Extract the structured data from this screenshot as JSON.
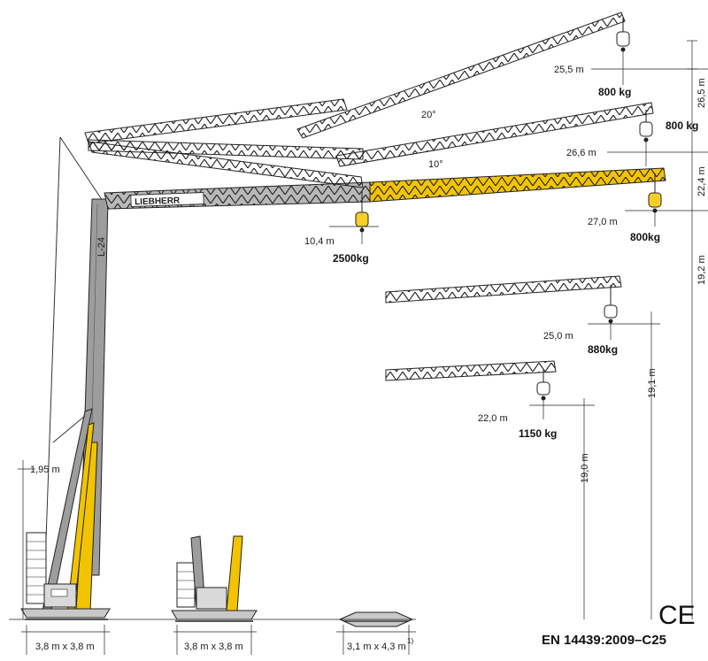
{
  "colors": {
    "boom_yellow": "#f2c400",
    "tower_grey": "#9d9d9d",
    "jib_dark": "#2b2b2b",
    "hook_yellow": "#f7cf28"
  },
  "logo_text": "LIEBHERR",
  "tower_mark": "L-24",
  "angles": {
    "a20": "20°",
    "a10": "10°"
  },
  "radius_labels": {
    "r1": "25,5 m",
    "r2": "26,6 m",
    "r3": "27,0 m",
    "r4": "25,0 m",
    "r5": "22,0 m",
    "r6": "10,4 m"
  },
  "load_labels": {
    "l1": "800 kg",
    "l2": "800 kg",
    "l3": "800kg",
    "l4": "880kg",
    "l5": "1150 kg",
    "l6": "2500kg"
  },
  "height_labels": {
    "h1": "26,5 m",
    "h2": "22,4 m",
    "h3": "19,2 m",
    "h4": "19,1 m",
    "h5": "19,0 m"
  },
  "ballast_height": "1,95 m",
  "footprints": {
    "f1": "3,8 m x 3,8 m",
    "f2": "3,8 m x 3,8 m",
    "f3": "3,1 m x 4,3 m",
    "f3_note": "1)"
  },
  "ce_mark": "CE",
  "standard": "EN 14439:2009–C25"
}
